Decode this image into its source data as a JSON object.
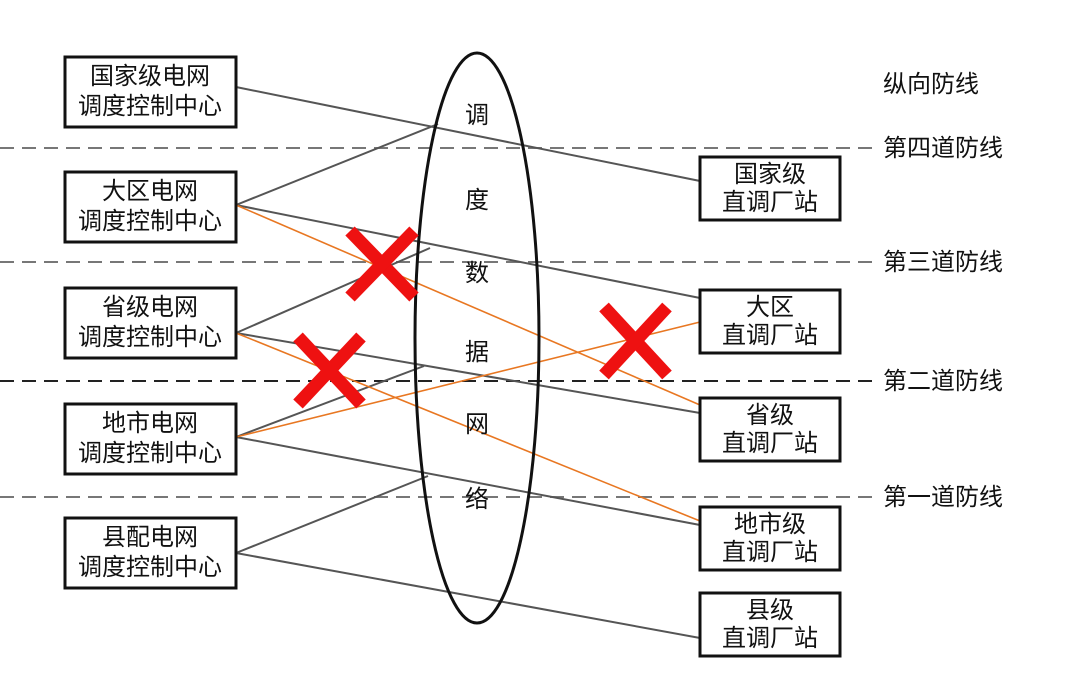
{
  "diagram": {
    "left_nodes": [
      {
        "id": "L1",
        "lines": [
          "国家级电网",
          "调度控制中心"
        ]
      },
      {
        "id": "L2",
        "lines": [
          "大区电网",
          "调度控制中心"
        ]
      },
      {
        "id": "L3",
        "lines": [
          "省级电网",
          "调度控制中心"
        ]
      },
      {
        "id": "L4",
        "lines": [
          "地市电网",
          "调度控制中心"
        ]
      },
      {
        "id": "L5",
        "lines": [
          "县配电网",
          "调度控制中心"
        ]
      }
    ],
    "right_nodes": [
      {
        "id": "R1",
        "lines": [
          "国家级",
          "直调厂站"
        ]
      },
      {
        "id": "R2",
        "lines": [
          "大区",
          "直调厂站"
        ]
      },
      {
        "id": "R3",
        "lines": [
          "省级",
          "直调厂站"
        ]
      },
      {
        "id": "R4",
        "lines": [
          "地市级",
          "直调厂站"
        ]
      },
      {
        "id": "R5",
        "lines": [
          "县级",
          "直调厂站"
        ]
      }
    ],
    "network_label": [
      "调",
      "度",
      "数",
      "据",
      "网",
      "络"
    ],
    "defense_lines": [
      {
        "id": "vertical",
        "label": "纵向防线",
        "dashed": false
      },
      {
        "id": "fourth",
        "label": "第四道防线",
        "dashed": true
      },
      {
        "id": "third",
        "label": "第三道防线",
        "dashed": true
      },
      {
        "id": "second",
        "label": "第二道防线",
        "dashed": true
      },
      {
        "id": "first",
        "label": "第一道防线",
        "dashed": true
      }
    ],
    "allowed_links": [
      [
        "L1",
        "R1"
      ],
      [
        "L2",
        "N"
      ],
      [
        "L2",
        "R2"
      ],
      [
        "L3",
        "N"
      ],
      [
        "L3",
        "R3"
      ],
      [
        "L4",
        "N"
      ],
      [
        "L4",
        "R4"
      ],
      [
        "L5",
        "N"
      ],
      [
        "L5",
        "R5"
      ]
    ],
    "blocked_links": [
      [
        "L2",
        "R3"
      ],
      [
        "L3",
        "R4"
      ],
      [
        "L4",
        "R2"
      ]
    ],
    "colors": {
      "box_border": "#111111",
      "allowed_line": "#555555",
      "blocked_line": "#e87722",
      "cross": "#ee1111",
      "dashed": "#777777"
    }
  }
}
